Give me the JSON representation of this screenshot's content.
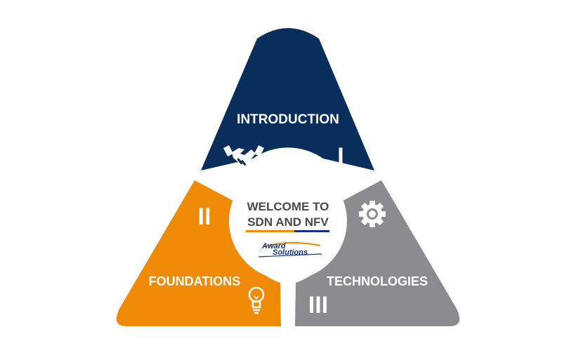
{
  "colors": {
    "introduction": "#0a2e5c",
    "foundations": "#ef8a07",
    "technologies": "#8c8c8e",
    "center_text": "#4a4a4a",
    "accent": "#ef8a07",
    "logo_blue": "#15327a"
  },
  "introduction": {
    "label": "INTRODUCTION",
    "numeral": "I",
    "icon": "handshake-icon"
  },
  "foundations": {
    "label": "FOUNDATIONS",
    "numeral": "II",
    "icon": "lightbulb-icon"
  },
  "technologies": {
    "label": "TECHNOLOGIES",
    "numeral": "III",
    "icon": "gear-icon"
  },
  "center": {
    "line1": "WELCOME TO",
    "line2": "SDN AND NFV",
    "logo_line1": "Award",
    "logo_line2": "Solutions"
  }
}
